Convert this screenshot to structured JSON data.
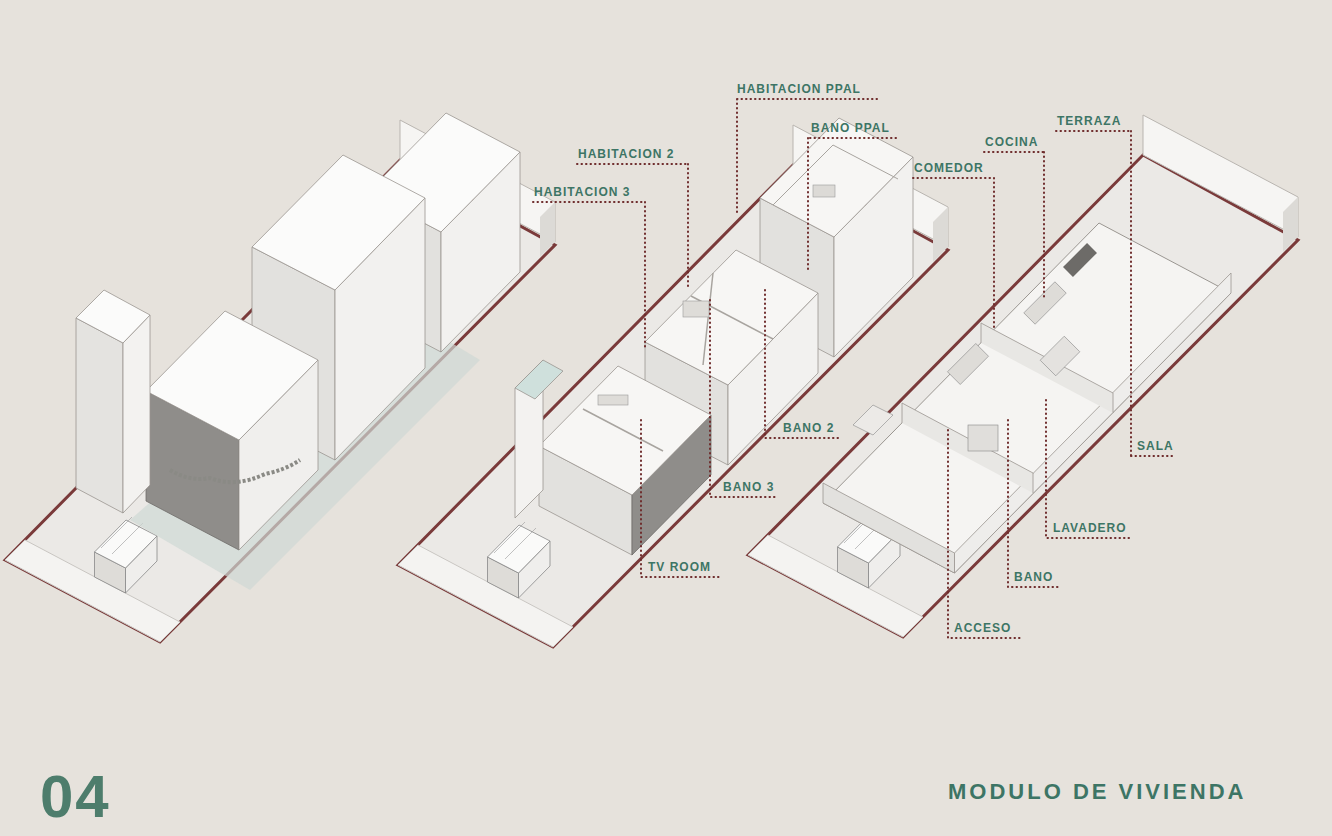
{
  "diagram": {
    "title": "MODULO DE VIVIENDA",
    "labels": [
      "HABITACION PPAL",
      "TERRAZA",
      "BANO PPAL",
      "COCINA",
      "HABITACION 2",
      "COMEDOR",
      "HABITACION 3",
      "BANO 2",
      "SALA",
      "BANO 3",
      "LAVADERO",
      "TV ROOM",
      "BANO",
      "ACCESO",
      "04"
    ]
  }
}
